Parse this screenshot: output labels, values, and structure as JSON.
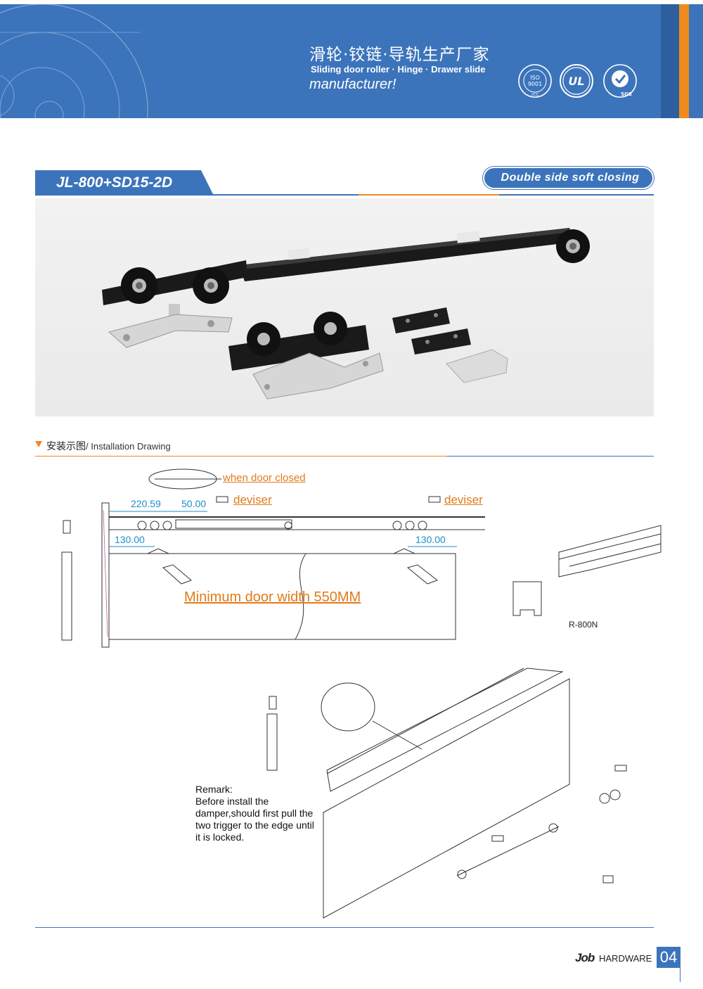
{
  "header": {
    "title_cn": "滑轮·铰链·导轨生产厂家",
    "title_en": "Sliding door roller  · Hinge  · Drawer slide",
    "manufacturer": "manufacturer!",
    "certs": {
      "iso_text": "ISO 9001",
      "iso_sub": "UCC",
      "ul_text": "UL",
      "sgs_text": "SGS"
    },
    "colors": {
      "brand_blue": "#3c74bb",
      "accent_orange": "#f08a1c"
    }
  },
  "product": {
    "model": "JL-800+SD15-2D",
    "feature": "Double side soft closing"
  },
  "installation": {
    "title_cn": "安装示图",
    "title_en": "/ Installation Drawing",
    "labels": {
      "when_door_closed": "when door closed",
      "deviser_left": "deviser",
      "deviser_right": "deviser",
      "minimum_width": "Minimum door width 550MM",
      "track_model": "R-800N"
    },
    "dimensions": {
      "d1": "220.59",
      "d2": "50.00",
      "d3": "130.00",
      "d4": "130.00"
    },
    "remark": "Remark:\nBefore install the damper,should first pull the two trigger to the edge until it is locked."
  },
  "footer": {
    "logo": "Job",
    "brand": "HARDWARE",
    "page": "04"
  }
}
